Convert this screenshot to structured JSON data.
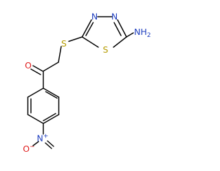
{
  "colors": {
    "carbon_bond": "#000000",
    "nitrogen": "#1f3fbf",
    "oxygen": "#e01c1c",
    "sulfur": "#b59b00"
  },
  "atoms": {
    "ring_n_left": "N",
    "ring_n_right": "N",
    "amine": "NH",
    "amine_sub": "2",
    "thioether_s": "S",
    "ring_s": "S",
    "ketone_o": "O",
    "nitro_n": "N",
    "nitro_n_charge": "+",
    "nitro_o": "O",
    "nitro_o_charge": "−"
  }
}
